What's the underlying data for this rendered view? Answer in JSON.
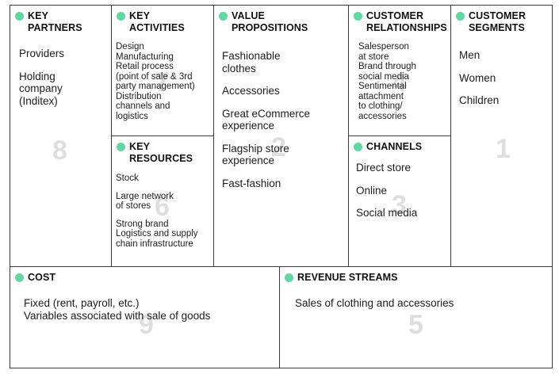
{
  "partners": {
    "title": "KEY\nPARTNERS",
    "number": "8",
    "items": [
      "Providers",
      "Holding\ncompany\n(Inditex)"
    ]
  },
  "activities": {
    "title": "KEY\nACTIVITIES",
    "number": "7",
    "items": [
      "Design",
      "Manufacturing",
      "Retail process\n(point of sale & 3rd\nparty management)",
      "Distribution\nchannels and\nlogistics"
    ]
  },
  "resources": {
    "title": "KEY\nRESOURCES",
    "number": "6",
    "items": [
      "Stock",
      "Large network\nof stores",
      "Strong brand\nLogistics and supply\nchain infrastructure"
    ]
  },
  "value": {
    "title": "VALUE\nPROPOSITIONS",
    "number": "2",
    "items": [
      "Fashionable\nclothes",
      "Accessories",
      "Great eCommerce\nexperience",
      "Flagship store\nexperience",
      "Fast-fashion"
    ]
  },
  "relationships": {
    "title": "CUSTOMER\nRELATIONSHIPS",
    "number": "4",
    "items": [
      "Salesperson\nat store",
      "Brand through\nsocial media",
      "Sentimental\nattachment\nto clothing/\naccessories"
    ]
  },
  "channels": {
    "title": "CHANNELS",
    "number": "3",
    "items": [
      "Direct store",
      "Online",
      "Social media"
    ]
  },
  "segments": {
    "title": "CUSTOMER\nSEGMENTS",
    "number": "1",
    "items": [
      "Men",
      "Women",
      "Children"
    ]
  },
  "cost": {
    "title": "COST",
    "number": "9",
    "items": [
      "Fixed (rent, payroll, etc.)",
      "Variables associated with sale of goods"
    ]
  },
  "revenue": {
    "title": "REVENUE STREAMS",
    "number": "5",
    "items": [
      "Sales of clothing and accessories"
    ]
  },
  "colors": {
    "dot": "#63d6a4",
    "border": "#3a3a3a",
    "number": "#dedede"
  }
}
